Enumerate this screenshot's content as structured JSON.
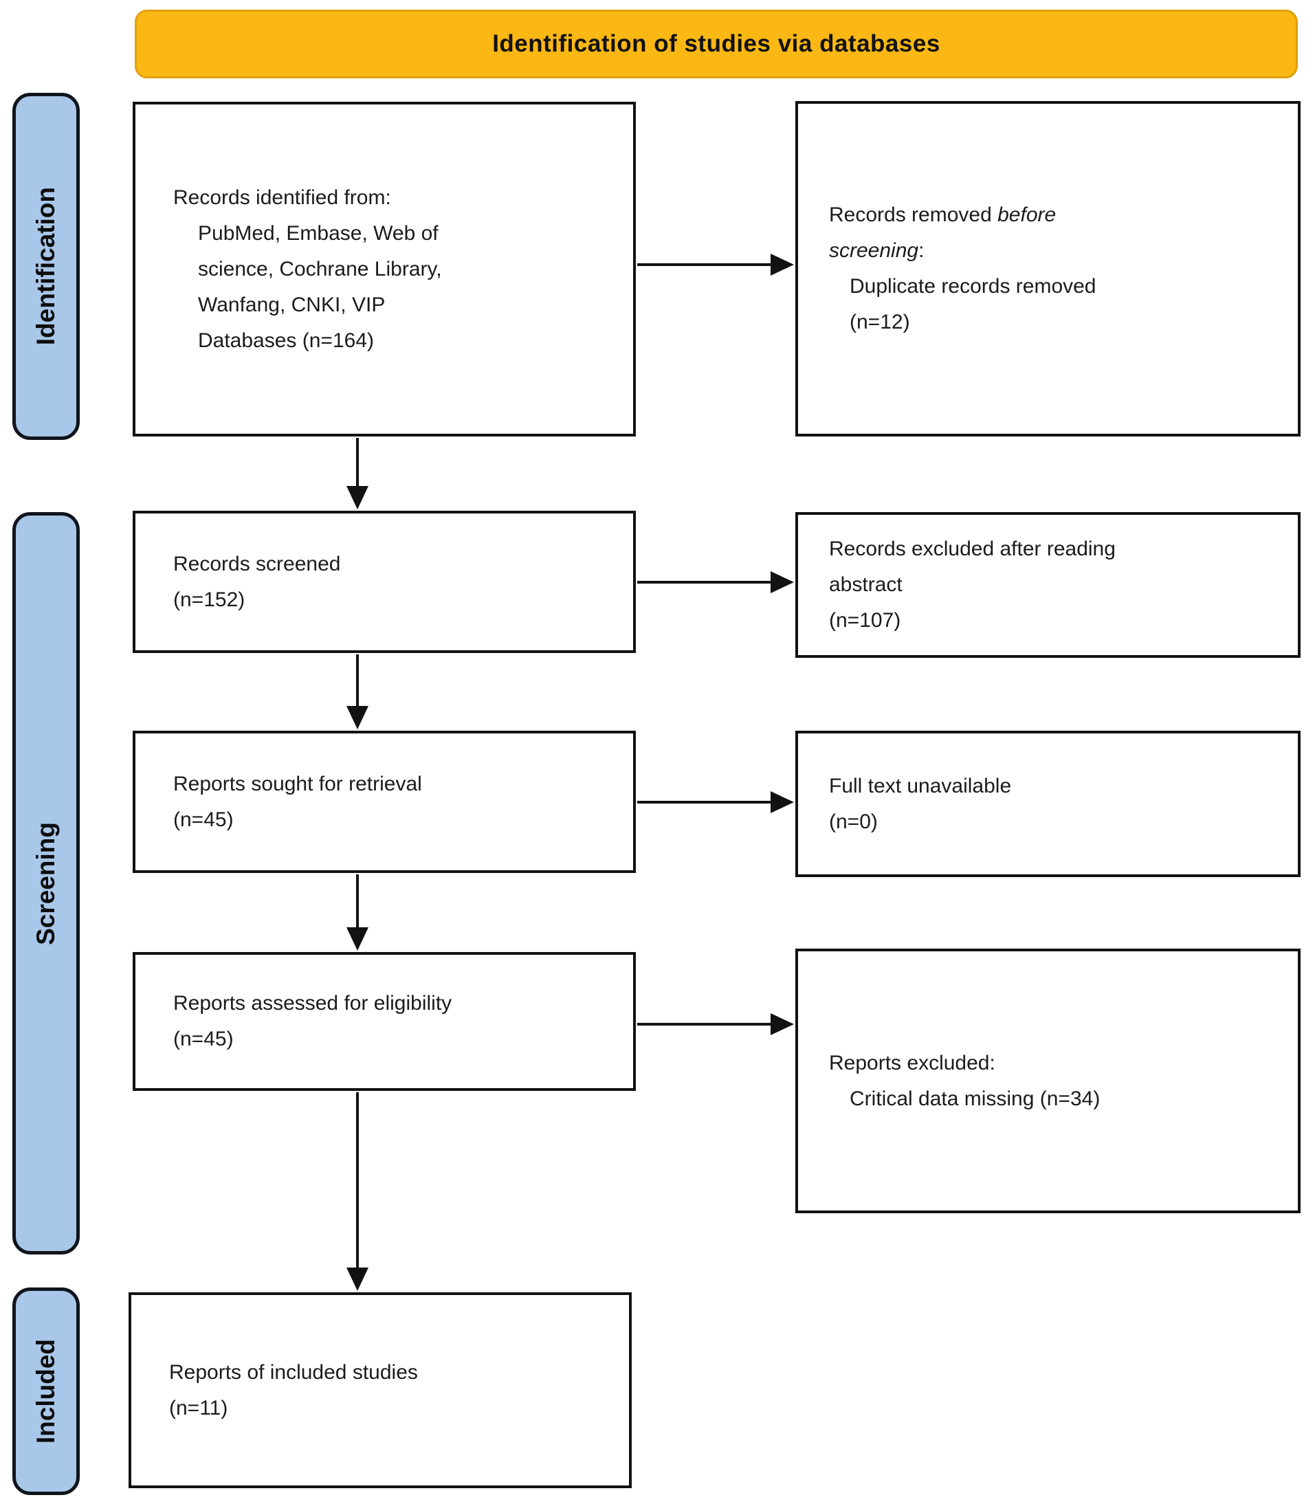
{
  "header": {
    "title": "Identification of studies via databases"
  },
  "stages": {
    "identification": "Identification",
    "screening": "Screening",
    "included": "Included"
  },
  "boxes": {
    "identified": {
      "line1": "Records identified from:",
      "line2": "PubMed, Embase, Web of",
      "line3": "science, Cochrane Library,",
      "line4": "Wanfang, CNKI, VIP",
      "line5": "Databases (n=164)"
    },
    "removed_before_screening": {
      "line1_normal": "Records removed ",
      "line1_italic": "before",
      "line2_italic": "screening",
      "line2_normal": ":",
      "line3": "Duplicate records removed",
      "line4": "(n=12)"
    },
    "screened": {
      "line1": "Records screened",
      "line2": "(n=152)"
    },
    "excluded_abstract": {
      "line1": "Records excluded after reading",
      "line2": "abstract",
      "line3": "(n=107)"
    },
    "sought": {
      "line1": "Reports sought for retrieval",
      "line2": "(n=45)"
    },
    "full_text_unavailable": {
      "line1": "Full text unavailable",
      "line2": "(n=0)"
    },
    "assessed": {
      "line1": "Reports assessed for eligibility",
      "line2": "(n=45)"
    },
    "reports_excluded": {
      "line1": "Reports excluded:",
      "line2": "Critical data missing (n=34)"
    },
    "included_studies": {
      "line1": "Reports of included studies",
      "line2": "(n=11)"
    }
  },
  "counts": {
    "records_identified": 164,
    "duplicates_removed": 12,
    "records_screened": 152,
    "excluded_after_reading_abstract": 107,
    "reports_sought_for_retrieval": 45,
    "full_text_unavailable": 0,
    "reports_assessed_for_eligibility": 45,
    "excluded_critical_data_missing": 34,
    "reports_of_included_studies": 11
  },
  "colors": {
    "banner_fill": "#FBB713",
    "banner_border": "#DFA109",
    "stage_fill": "#A9C7E8",
    "outline": "#121212"
  }
}
